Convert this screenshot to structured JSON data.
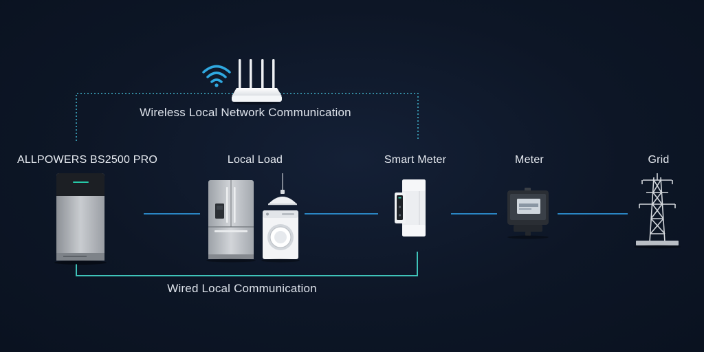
{
  "nodes": {
    "battery": "ALLPOWERS BS2500 PRO",
    "local_load": "Local Load",
    "smart_meter": "Smart Meter",
    "meter": "Meter",
    "grid": "Grid"
  },
  "links": {
    "wireless": "Wireless Local Network Communication",
    "wired": "Wired Local Communication"
  },
  "colors": {
    "background": "#0d1626",
    "power_line": "#2a86c4",
    "wired_line": "#3fc3b9",
    "wifi_line": "#3fb0c8",
    "wifi_icon": "#2fa8e0"
  }
}
